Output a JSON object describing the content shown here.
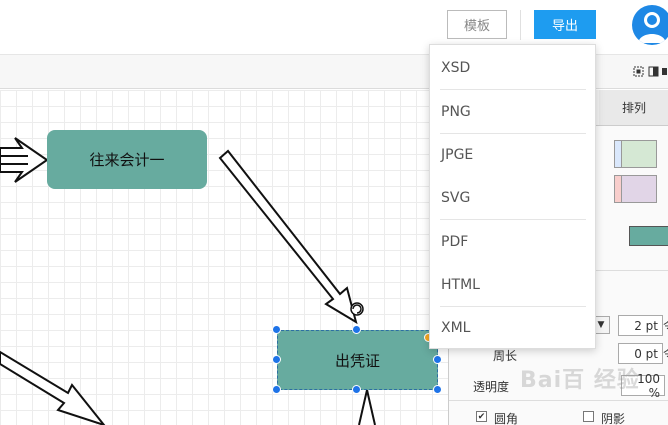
{
  "header": {
    "template_label": "模板",
    "export_label": "导出"
  },
  "canvas": {
    "node1_label": "往来会计一",
    "node2_label": "出凭证"
  },
  "export_menu": {
    "items": [
      "XSD",
      "PNG",
      "JPGE",
      "SVG",
      "PDF",
      "HTML",
      "XML"
    ]
  },
  "panel": {
    "tab_arrange": "排列",
    "stroke_width": "2 pt",
    "perimeter_label": "周长",
    "perimeter_value": "0 pt",
    "opacity_label": "透明度",
    "opacity_value": "100 %",
    "rounded_label": "圆角",
    "shadow_label": "阴影",
    "stepper_partial": "令"
  },
  "colors": {
    "node_fill": "#67ab9f",
    "accent": "#1e9cf0",
    "handle": "#1e73e8",
    "swatches": [
      "#dae8fc",
      "#d5e8d4",
      "#f8cecc",
      "#e1d5e7"
    ]
  },
  "watermark": "Bai百 经验"
}
